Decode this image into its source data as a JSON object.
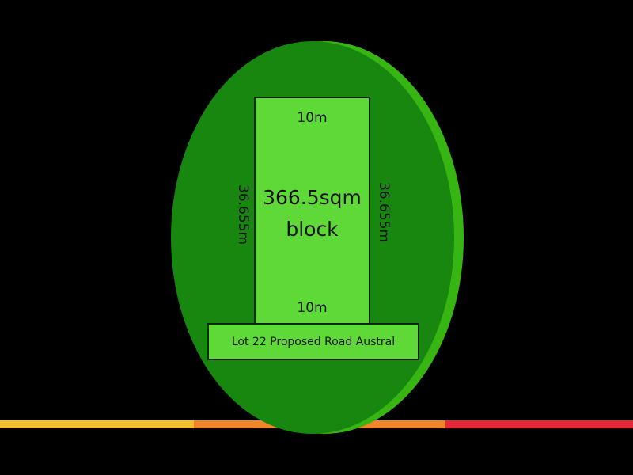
{
  "colors": {
    "background": "#000000",
    "oval": "#18870f",
    "oval_rim": "#36b513",
    "block_fill": "#5fd938",
    "outline": "#0d2608",
    "stripe_yellow": "#f5c02b",
    "stripe_orange": "#f0852a",
    "stripe_red": "#e5283a"
  },
  "lot": {
    "width_top": "10m",
    "width_bottom": "10m",
    "depth_left": "36.655m",
    "depth_right": "36.655m",
    "area_line1": "366.5sqm",
    "area_line2": "block",
    "address": "Lot 22 Proposed Road Austral"
  }
}
